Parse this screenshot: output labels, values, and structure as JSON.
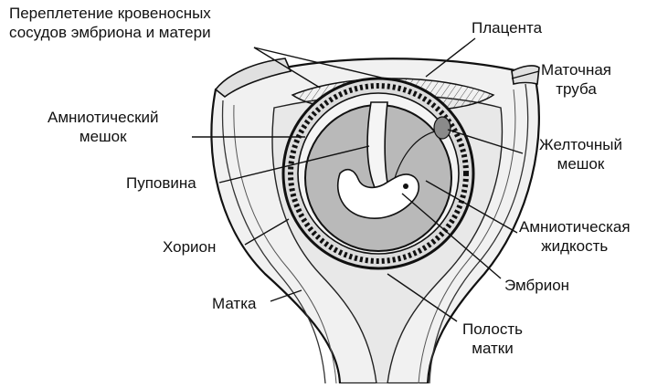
{
  "labels": {
    "vessels_line1": "Переплетение кровеносных",
    "vessels_line2": "сосудов эмбриона и матери",
    "placenta": "Плацента",
    "tube_line1": "Маточная",
    "tube_line2": "труба",
    "amnion_line1": "Амниотический",
    "amnion_line2": "мешок",
    "yolk_line1": "Желточный",
    "yolk_line2": "мешок",
    "cord": "Пуповина",
    "fluid_line1": "Амниотическая",
    "fluid_line2": "жидкость",
    "chorion": "Хорион",
    "embryo": "Эмбрион",
    "uterus": "Матка",
    "cavity_line1": "Полость",
    "cavity_line2": "матки"
  },
  "colors": {
    "ink": "#111111",
    "tissue": "#e8e8e8",
    "fluid": "#b9b9b9",
    "paper": "#ffffff"
  }
}
